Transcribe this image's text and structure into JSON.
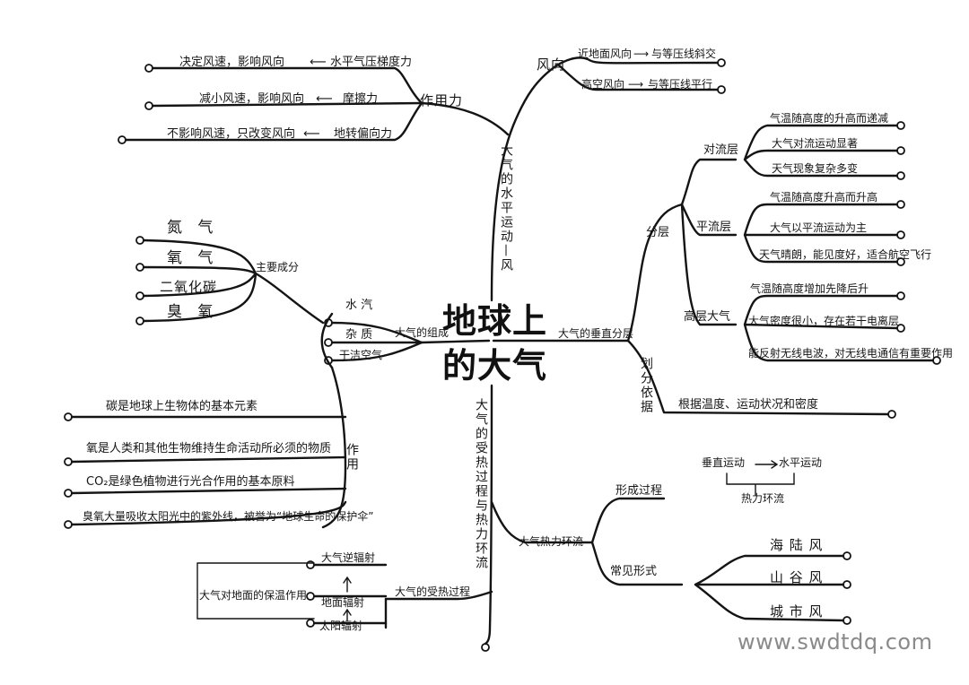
{
  "title": {
    "line1": "地球上",
    "line2": "的大气"
  },
  "composition": {
    "label": "大气的组成",
    "main": {
      "label": "主要成分",
      "items": [
        "氮 气",
        "氧 气",
        "二氧化碳",
        "臭 氧"
      ]
    },
    "parts": [
      "水 汽",
      "杂 质",
      "干洁空气"
    ],
    "functions": {
      "label": "作用",
      "items": [
        "碳是地球上生物体的基本元素",
        "氧是人类和其他生物维持生命活动所必须的物质",
        "CO₂是绿色植物进行光合作用的基本原料",
        "臭氧大量吸收太阳光中的紫外线，被誉为“地球生命的保护伞”"
      ]
    }
  },
  "wind": {
    "branch_label": "大气的水平运动—风",
    "forces": {
      "label": "作用力",
      "items": [
        {
          "force": "水平气压梯度力",
          "effect": "决定风速，影响风向"
        },
        {
          "force": "摩擦力",
          "effect": "减小风速，影响风向"
        },
        {
          "force": "地转偏向力",
          "effect": "不影响风速，只改变风向"
        }
      ]
    },
    "direction": {
      "label": "风向",
      "items": [
        {
          "type": "近地面风向",
          "rule": "与等压线斜交"
        },
        {
          "type": "高空风向",
          "rule": "与等压线平行"
        }
      ]
    }
  },
  "layers": {
    "label": "大气的垂直分层",
    "split_label": "分层",
    "basis_label": "划分依据",
    "basis": "根据温度、运动状况和密度",
    "troposphere": {
      "label": "对流层",
      "items": [
        "气温随高度的升高而递减",
        "大气对流运动显著",
        "天气现象复杂多变"
      ]
    },
    "stratosphere": {
      "label": "平流层",
      "items": [
        "气温随高度升高而升高",
        "大气以平流运动为主",
        "天气晴朗，能见度好，适合航空飞行"
      ]
    },
    "upper": {
      "label": "高层大气",
      "items": [
        "气温随高度增加先降后升",
        "大气密度很小，存在若干电离层",
        "能反射无线电波，对无线电通信有重要作用"
      ]
    }
  },
  "heat": {
    "branch_label": "大气的受热过程与热力环流",
    "process": {
      "label": "大气的受热过程",
      "sun": "太阳辐射",
      "ground": "地面辐射",
      "counter": "大气逆辐射",
      "effect": "大气对地面的保温作用"
    },
    "circulation": {
      "label": "大气热力环流",
      "formation_label": "形成过程",
      "vertical": "垂直运动",
      "horizontal": "水平运动",
      "result": "热力环流",
      "common_label": "常见形式",
      "forms": [
        "海 陆 风",
        "山 谷 风",
        "城 市 风"
      ]
    }
  },
  "watermark": "www.swdtdq.com"
}
